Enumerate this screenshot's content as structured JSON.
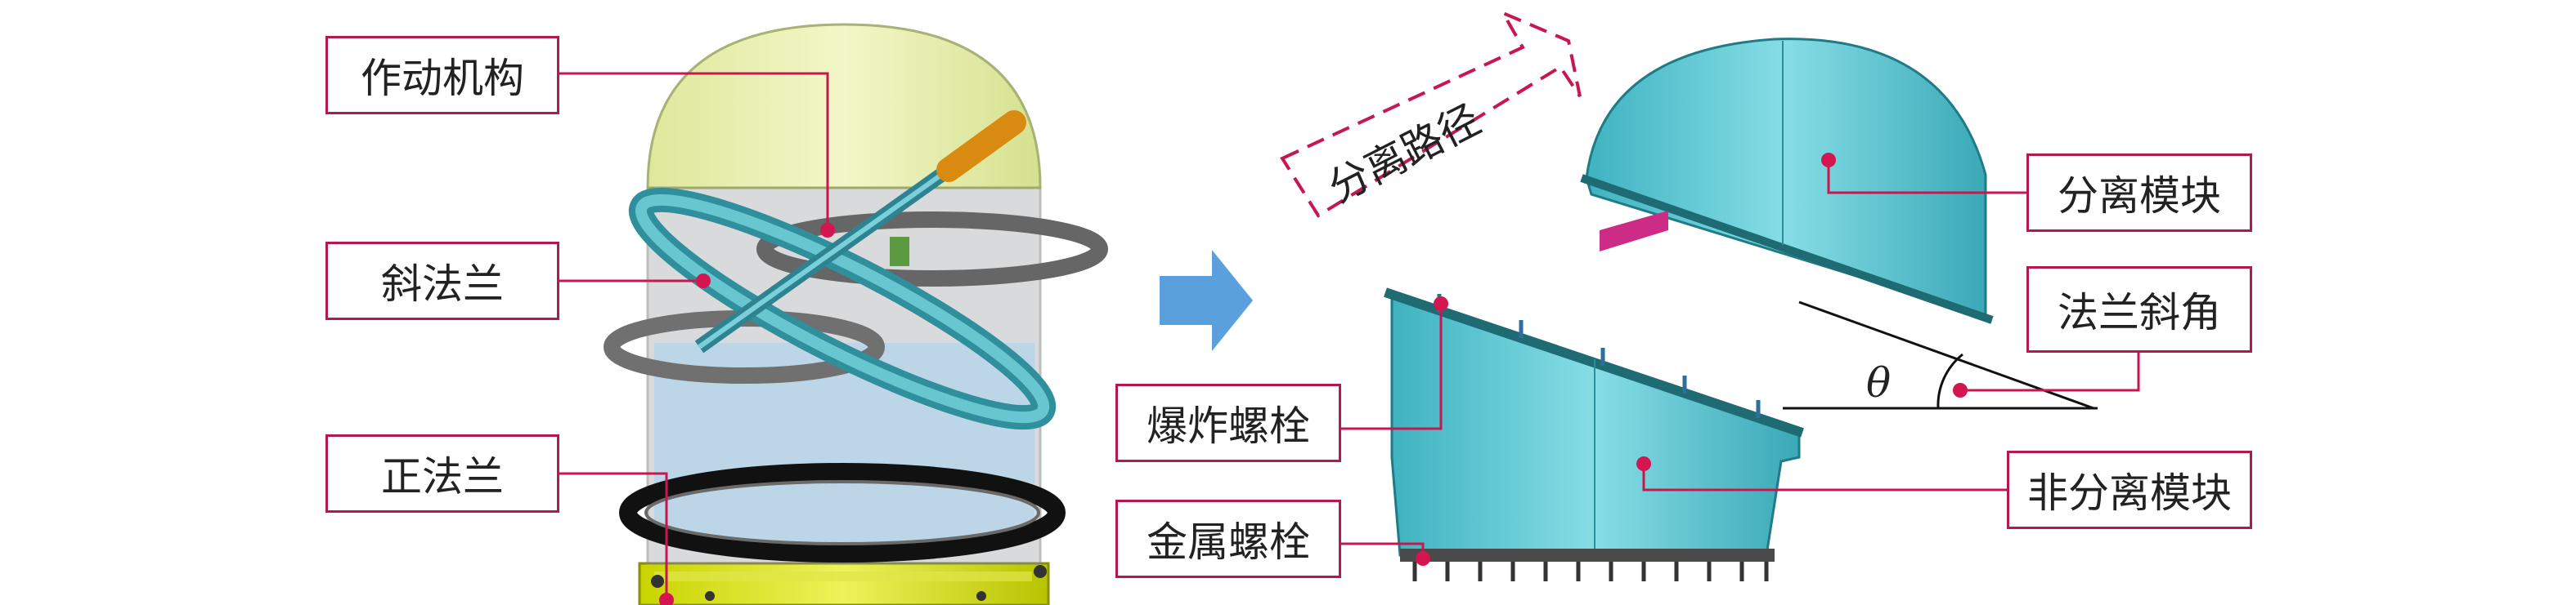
{
  "labels": {
    "actuator": "作动机构",
    "inclined_flange": "斜法兰",
    "upright_flange": "正法兰",
    "separation_path": "分离路径",
    "explosive_bolt": "爆炸螺栓",
    "metal_bolt": "金属螺栓",
    "separation_module": "分离模块",
    "flange_bevel_angle": "法兰斜角",
    "non_separation_module": "非分离模块"
  },
  "angle_symbol": "θ",
  "colors": {
    "callout_border": "#b5174f",
    "leader_line": "#c8174f",
    "arrow": "#5aa0dc",
    "module_teal": "#5cc9d4",
    "dome_yellow": "#e6ef9a",
    "gray_flange": "#6e6e6e",
    "bolt_magenta": "#cc2b86"
  }
}
